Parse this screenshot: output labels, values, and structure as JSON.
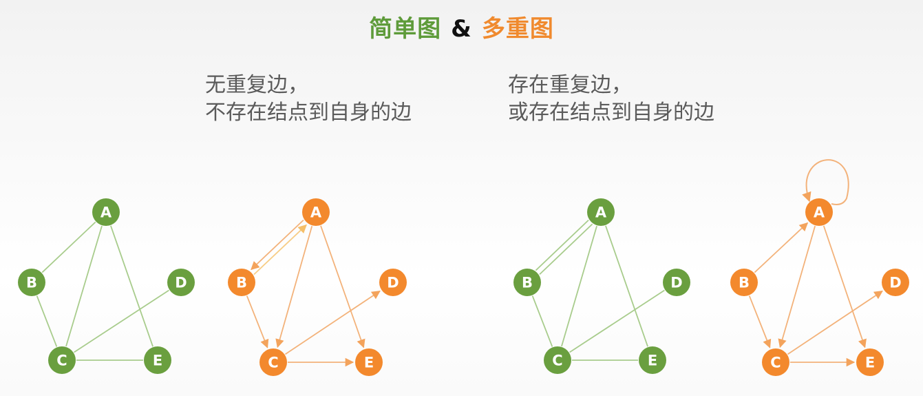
{
  "title": {
    "simple": "简单图",
    "amp": "&",
    "multi": "多重图"
  },
  "descriptions": {
    "simple": [
      "无重复边，",
      "不存在结点到自身的边"
    ],
    "multi": [
      "存在重复边，",
      "或存在结点到自身的边"
    ]
  },
  "colors": {
    "green_node": "#6a9f3f",
    "green_edge": "#a8cc8c",
    "orange_node": "#f3892d",
    "orange_edge": "#f3b27a",
    "orange_edge_light": "#f7cd86"
  },
  "graphs": [
    {
      "id": "simple-undirected",
      "color": "green",
      "directed": false,
      "nodes": [
        "A",
        "B",
        "C",
        "D",
        "E"
      ],
      "edges": [
        [
          "A",
          "B"
        ],
        [
          "A",
          "C"
        ],
        [
          "A",
          "E"
        ],
        [
          "B",
          "C"
        ],
        [
          "C",
          "D"
        ],
        [
          "C",
          "E"
        ]
      ]
    },
    {
      "id": "simple-directed",
      "color": "orange",
      "directed": true,
      "nodes": [
        "A",
        "B",
        "C",
        "D",
        "E"
      ],
      "edges": [
        [
          "B",
          "A"
        ],
        [
          "A",
          "B"
        ],
        [
          "A",
          "C"
        ],
        [
          "A",
          "E"
        ],
        [
          "B",
          "C"
        ],
        [
          "C",
          "D"
        ],
        [
          "C",
          "E"
        ]
      ]
    },
    {
      "id": "multi-undirected",
      "color": "green",
      "directed": false,
      "nodes": [
        "A",
        "B",
        "C",
        "D",
        "E"
      ],
      "edges": [
        [
          "A",
          "B"
        ],
        [
          "A",
          "B"
        ],
        [
          "A",
          "C"
        ],
        [
          "A",
          "E"
        ],
        [
          "B",
          "C"
        ],
        [
          "C",
          "D"
        ],
        [
          "C",
          "E"
        ]
      ]
    },
    {
      "id": "multi-directed",
      "color": "orange",
      "directed": true,
      "nodes": [
        "A",
        "B",
        "C",
        "D",
        "E"
      ],
      "edges": [
        [
          "A",
          "A"
        ],
        [
          "B",
          "A"
        ],
        [
          "A",
          "C"
        ],
        [
          "A",
          "E"
        ],
        [
          "B",
          "C"
        ],
        [
          "C",
          "D"
        ],
        [
          "C",
          "E"
        ]
      ]
    }
  ]
}
